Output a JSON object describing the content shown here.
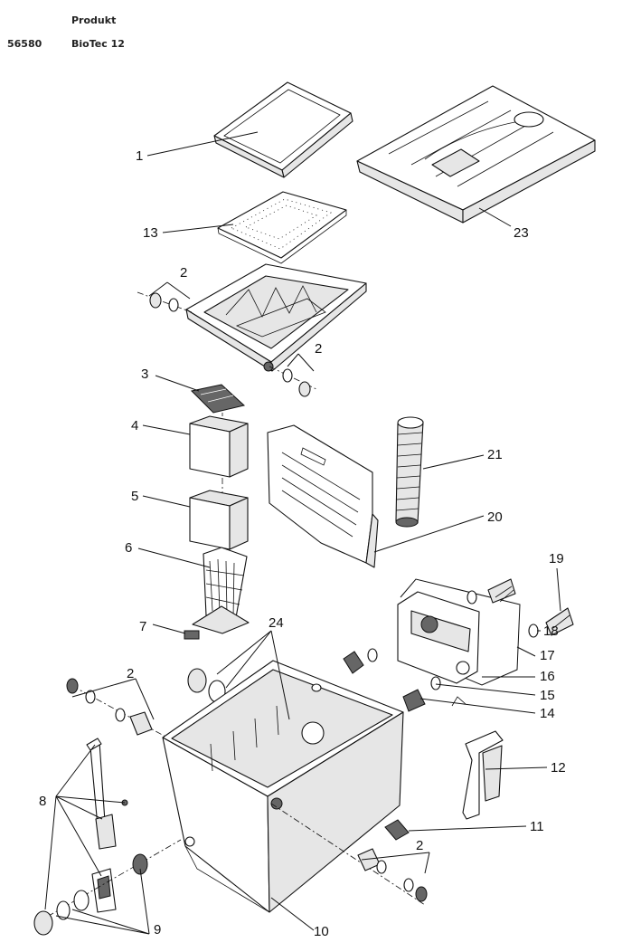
{
  "header": {
    "column_label": "Produkt",
    "article_number": "56580",
    "product_name": "BioTec 12"
  },
  "callouts": [
    "1",
    "13",
    "2",
    "2",
    "3",
    "4",
    "5",
    "6",
    "7",
    "24",
    "2",
    "8",
    "9",
    "10",
    "11",
    "2",
    "12",
    "14",
    "15",
    "16",
    "17",
    "18",
    "19",
    "20",
    "21",
    "23"
  ]
}
